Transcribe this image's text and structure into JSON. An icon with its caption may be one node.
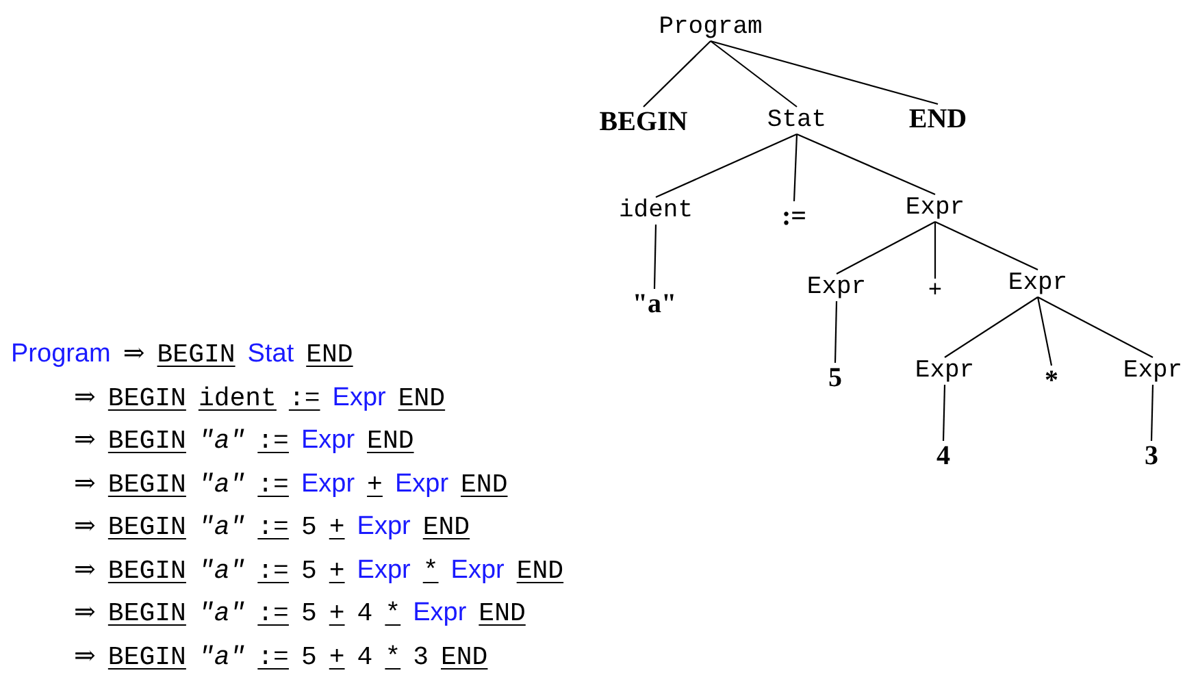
{
  "diagram": {
    "nodes": [
      {
        "text": [
          "Program"
        ]
      },
      {
        "text": [
          "BEGIN"
        ]
      },
      {
        "text": [
          "Stat"
        ]
      },
      {
        "text": [
          "END"
        ]
      },
      {
        "text": [
          "ident"
        ]
      },
      {
        "text": [
          ":="
        ]
      },
      {
        "text": [
          "Expr"
        ]
      },
      {
        "text": [
          "\"a\""
        ]
      },
      {
        "text": [
          "Expr"
        ]
      },
      {
        "text": [
          "+"
        ]
      },
      {
        "text": [
          "Expr"
        ]
      },
      {
        "text": [
          "5"
        ]
      },
      {
        "text": [
          "Expr"
        ]
      },
      {
        "text": [
          "*"
        ]
      },
      {
        "text": [
          "Expr"
        ]
      },
      {
        "text": [
          "4"
        ]
      },
      {
        "text": [
          "3"
        ]
      }
    ],
    "edges": [
      {
        "from": 0,
        "to": 1,
        "arrow": "none"
      },
      {
        "from": 0,
        "to": 2,
        "arrow": "none"
      },
      {
        "from": 0,
        "to": 3,
        "arrow": "none"
      },
      {
        "from": 2,
        "to": 4,
        "arrow": "none"
      },
      {
        "from": 2,
        "to": 5,
        "arrow": "none"
      },
      {
        "from": 2,
        "to": 6,
        "arrow": "none"
      },
      {
        "from": 4,
        "to": 7,
        "arrow": "none"
      },
      {
        "from": 6,
        "to": 8,
        "arrow": "none"
      },
      {
        "from": 6,
        "to": 9,
        "arrow": "none"
      },
      {
        "from": 6,
        "to": 10,
        "arrow": "none"
      },
      {
        "from": 8,
        "to": 11,
        "arrow": "none"
      },
      {
        "from": 10,
        "to": 12,
        "arrow": "none"
      },
      {
        "from": 10,
        "to": 13,
        "arrow": "none"
      },
      {
        "from": 10,
        "to": 14,
        "arrow": "none"
      },
      {
        "from": 12,
        "to": 15,
        "arrow": "none"
      },
      {
        "from": 14,
        "to": 16,
        "arrow": "none"
      }
    ],
    "labels": [
      "Program ⇒ BEGIN Stat END",
      "⇒ BEGIN ident := Expr END",
      "⇒ BEGIN \"a\" := Expr END",
      "⇒ BEGIN \"a\" := Expr + Expr END",
      "⇒ BEGIN \"a\" := 5 + Expr END",
      "⇒ BEGIN \"a\" := 5 + Expr * Expr END",
      "⇒ BEGIN \"a\" := 5 + 4 * Expr END",
      "⇒ BEGIN \"a\" := 5 + 4 * 3 END"
    ]
  }
}
